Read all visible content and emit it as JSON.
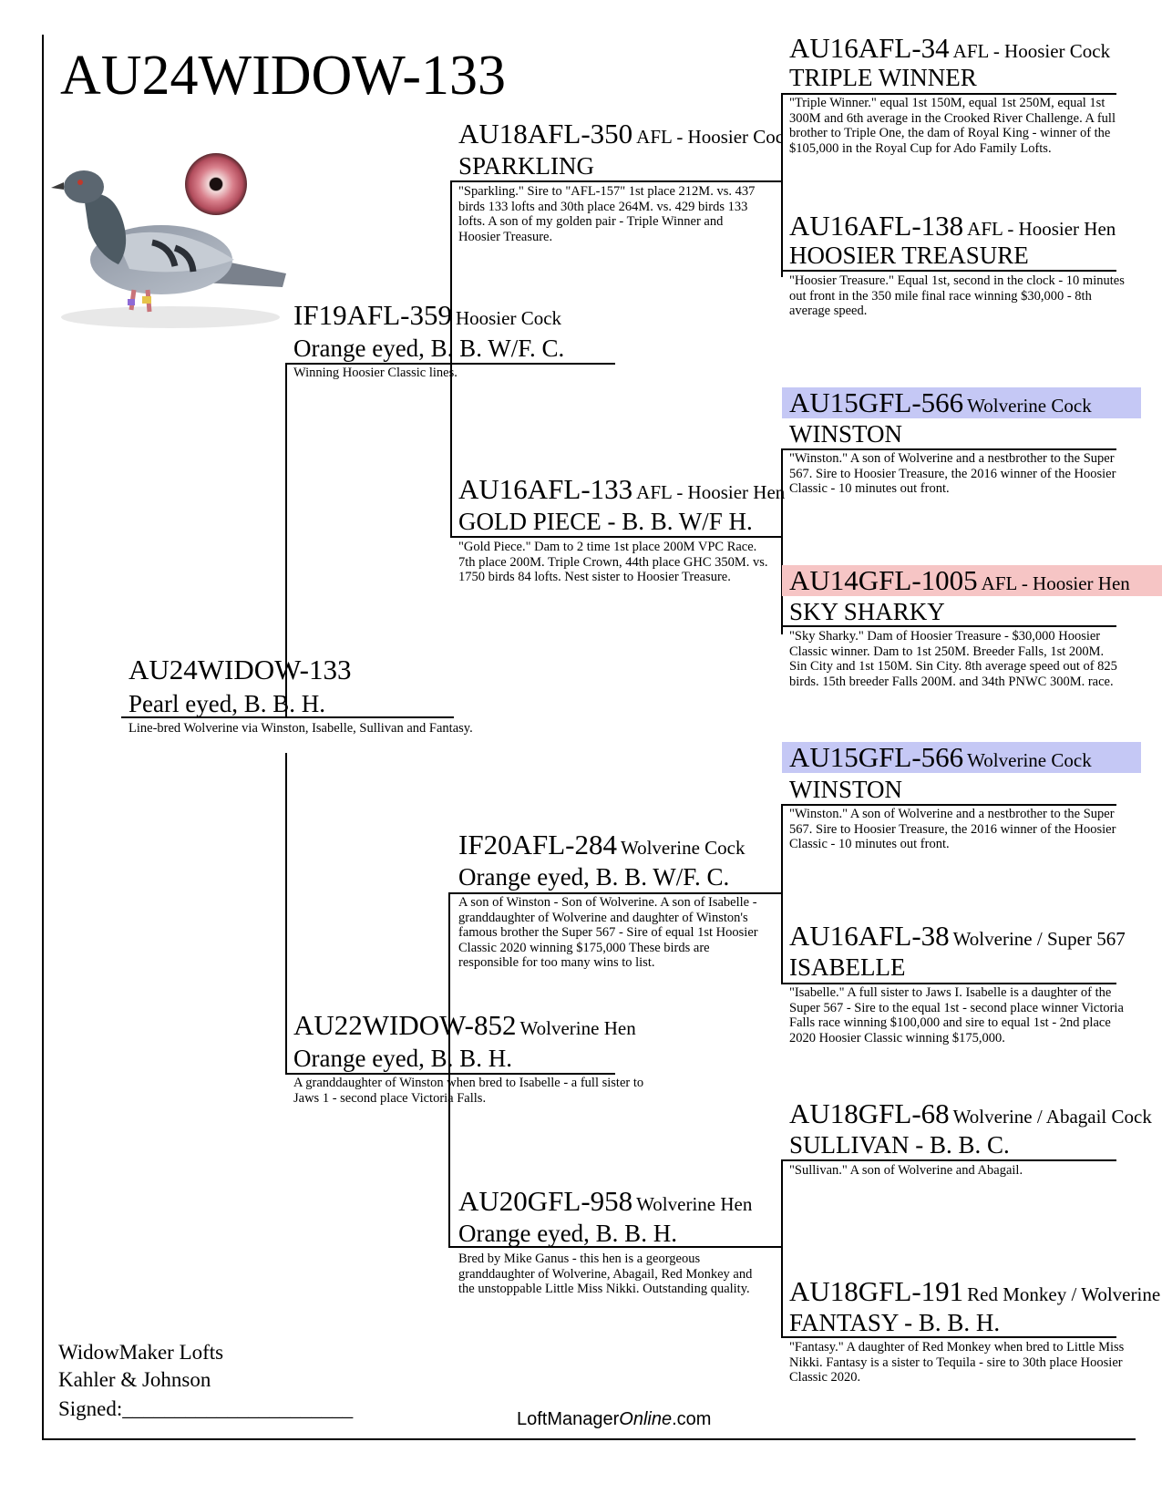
{
  "title": "AU24WIDOW-133",
  "subject": {
    "id": "AU24WIDOW-133",
    "line2": "Pearl eyed, B. B. H.",
    "note": "Line-bred Wolverine via Winston, Isabelle, Sullivan and Fantasy."
  },
  "sire": {
    "id": "IF19AFL-359",
    "desc": "Hoosier Cock",
    "line2": "Orange eyed, B. B. W/F. C.",
    "note": "Winning Hoosier Classic lines."
  },
  "dam": {
    "id": "AU22WIDOW-852",
    "desc": "Wolverine Hen",
    "line2": "Orange eyed, B. B. H.",
    "note": "A granddaughter of Winston when bred to Isabelle - a full sister to Jaws 1 - second place Victoria Falls."
  },
  "gen2": [
    {
      "id": "AU18AFL-350",
      "desc": "AFL - Hoosier Cock",
      "line2": "SPARKLING",
      "note": "\"Sparkling.\" Sire to \"AFL-157\" 1st place 212M. vs. 437 birds 133 lofts and 30th place 264M. vs. 429 birds 133 lofts. A son of my golden pair - Triple Winner and Hoosier Treasure."
    },
    {
      "id": "AU16AFL-133",
      "desc": "AFL - Hoosier Hen",
      "line2": "GOLD PIECE - B. B. W/F H.",
      "note": "\"Gold Piece.\" Dam to 2 time 1st place 200M VPC Race. 7th place 200M. Triple Crown, 44th place GHC 350M. vs. 1750 birds 84 lofts. Nest sister to Hoosier Treasure."
    },
    {
      "id": "IF20AFL-284",
      "desc": "Wolverine Cock",
      "line2": "Orange eyed, B. B. W/F. C.",
      "note": "A son of Winston - Son of Wolverine. A son of Isabelle - granddaughter of Wolverine and daughter of Winston's famous brother the Super 567 - Sire of equal 1st Hoosier Classic 2020 winning $175,000 These birds are responsible for too many wins to list."
    },
    {
      "id": "AU20GFL-958",
      "desc": "Wolverine Hen",
      "line2": "Orange eyed, B. B. H.",
      "note": "Bred by Mike Ganus - this hen is a georgeous granddaughter of Wolverine, Abagail, Red Monkey and the unstoppable Little Miss Nikki. Outstanding quality."
    }
  ],
  "gen3": [
    {
      "id": "AU16AFL-34",
      "desc": "AFL - Hoosier Cock",
      "line2": "TRIPLE WINNER",
      "note": "\"Triple Winner.\" equal 1st 150M, equal 1st 250M, equal 1st 300M and 6th average in the Crooked River Challenge. A full brother to Triple One, the dam of Royal King - winner of the $105,000 in the Royal Cup for Ado Family Lofts.",
      "highlight": ""
    },
    {
      "id": "AU16AFL-138",
      "desc": "AFL - Hoosier Hen",
      "line2": "HOOSIER TREASURE",
      "note": "\"Hoosier Treasure.\" Equal 1st, second in the clock - 10 minutes out front in the 350 mile final race winning $30,000 - 8th average speed.",
      "highlight": ""
    },
    {
      "id": "AU15GFL-566",
      "desc": "Wolverine Cock",
      "line2": "WINSTON",
      "note": "\"Winston.\" A son of Wolverine and a nestbrother to the Super 567. Sire to Hoosier Treasure, the 2016 winner of the Hoosier Classic - 10 minutes out front.",
      "highlight": "#c5c8f5"
    },
    {
      "id": "AU14GFL-1005",
      "desc": "AFL - Hoosier Hen",
      "line2": "SKY SHARKY",
      "note": "\"Sky Sharky.\" Dam of Hoosier Treasure - $30,000 Hoosier Classic winner. Dam to 1st 250M. Breeder Falls, 1st 200M. Sin City and 1st 150M. Sin City. 8th average speed out of 825 birds. 15th breeder Falls 200M. and 34th PNWC 300M. race.",
      "highlight": "#f6c5c5"
    },
    {
      "id": "AU15GFL-566",
      "desc": "Wolverine Cock",
      "line2": "WINSTON",
      "note": "\"Winston.\" A son of Wolverine and a nestbrother to the Super 567. Sire to Hoosier Treasure, the 2016 winner of the Hoosier Classic - 10 minutes out front.",
      "highlight": "#c5c8f5"
    },
    {
      "id": "AU16AFL-38",
      "desc": "Wolverine / Super 567",
      "line2": "ISABELLE",
      "note": "\"Isabelle.\" A full sister to Jaws I. Isabelle is a daughter of the Super 567 - Sire to the equal 1st - second place winner Victoria Falls race winning $100,000 and sire to equal 1st - 2nd place 2020 Hoosier Classic winning $175,000.",
      "highlight": ""
    },
    {
      "id": "AU18GFL-68",
      "desc": "Wolverine / Abagail Cock",
      "line2": "SULLIVAN - B. B. C.",
      "note": "\"Sullivan.\" A son of Wolverine and Abagail.",
      "highlight": ""
    },
    {
      "id": "AU18GFL-191",
      "desc": "Red Monkey / Wolverine",
      "line2": "FANTASY - B. B. H.",
      "note": "\"Fantasy.\" A daughter of Red Monkey when bred to Little Miss Nikki. Fantasy is a sister to Tequila - sire to 30th place Hoosier Classic 2020.",
      "highlight": ""
    }
  ],
  "owner": {
    "name": "WidowMaker Lofts",
    "partners": "Kahler & Johnson",
    "signed_label": "Signed:______________________"
  },
  "footer": {
    "brand_a": "LoftManager",
    "brand_b": "Online",
    "brand_c": ".com"
  }
}
